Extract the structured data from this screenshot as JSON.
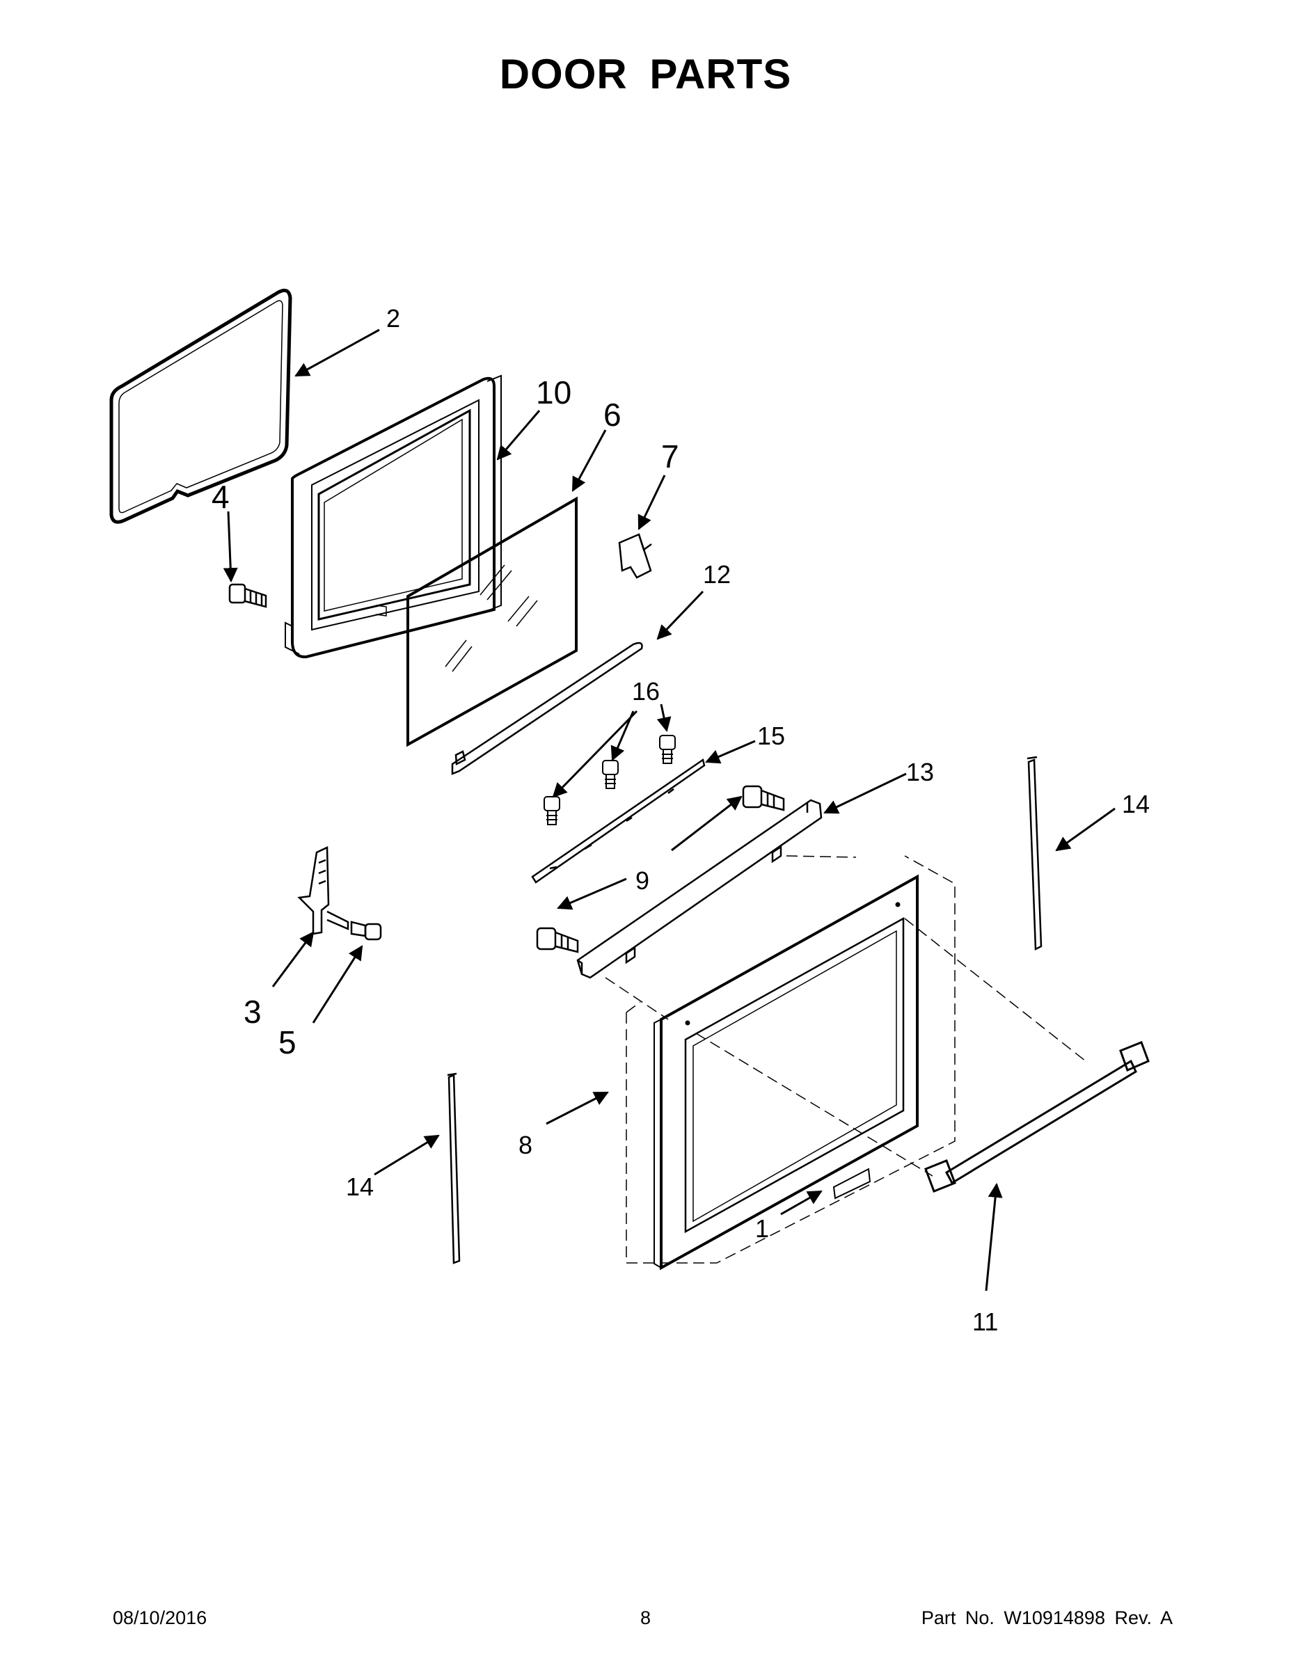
{
  "title": "DOOR PARTS",
  "callouts": {
    "c1": "1",
    "c2": "2",
    "c3": "3",
    "c4": "4",
    "c5": "5",
    "c6": "6",
    "c7": "7",
    "c8": "8",
    "c9": "9",
    "c10": "10",
    "c11": "11",
    "c12": "12",
    "c13": "13",
    "c14a": "14",
    "c14b": "14",
    "c15": "15",
    "c16": "16"
  },
  "footer": {
    "date": "08/10/2016",
    "page": "8",
    "part": "Part No.  W10914898  Rev.  A"
  }
}
